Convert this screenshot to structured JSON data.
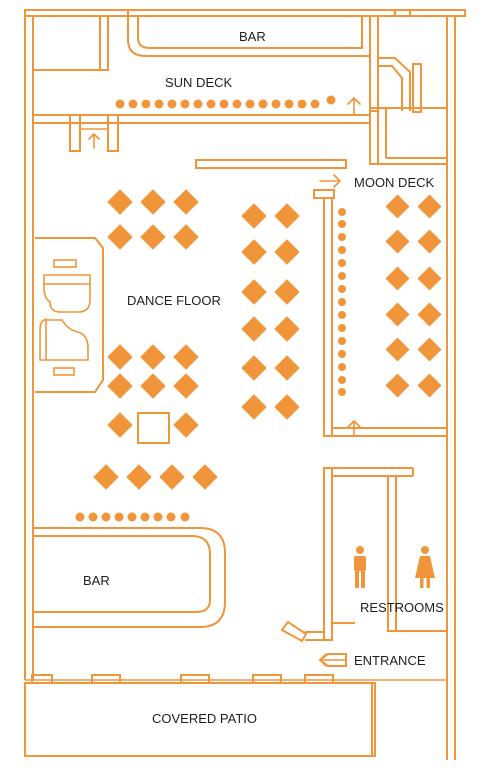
{
  "labels": {
    "bar_top": "BAR",
    "sun_deck": "SUN DECK",
    "moon_deck": "MOON DECK",
    "dance_floor": "DANCE FLOOR",
    "bar_bottom": "BAR",
    "restrooms": "RESTROOMS",
    "entrance": "ENTRANCE",
    "covered_patio": "COVERED PATIO"
  },
  "colors": {
    "accent": "#f0953a",
    "text": "#1e1e1e",
    "background": "#ffffff"
  },
  "icons": [
    "men-restroom-icon",
    "women-restroom-icon",
    "arrow-up-icon",
    "arrow-right-icon",
    "arrow-left-icon",
    "piano-icon"
  ]
}
